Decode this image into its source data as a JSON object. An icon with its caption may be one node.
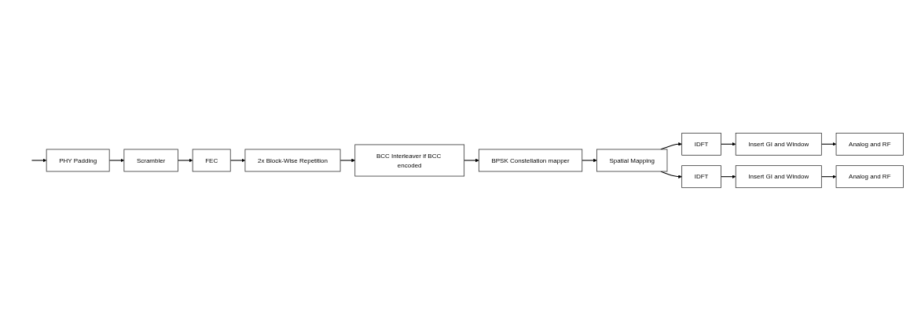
{
  "diagram": {
    "nodes": [
      {
        "text": [
          "PHY Padding"
        ]
      },
      {
        "text": [
          "Scrambler"
        ]
      },
      {
        "text": [
          "FEC"
        ]
      },
      {
        "text": [
          "2x Block-Wise Repetition"
        ]
      },
      {
        "text": [
          "BCC Interleaver if BCC encoded"
        ]
      },
      {
        "text": [
          "BPSK Constellation mapper"
        ]
      },
      {
        "text": [
          "Spatial Mapping"
        ]
      },
      {
        "text": [
          "IDFT"
        ]
      },
      {
        "text": [
          "Insert GI and Window"
        ]
      },
      {
        "text": [
          "Analog and RF"
        ]
      },
      {
        "text": [
          "IDFT"
        ]
      },
      {
        "text": [
          "Insert GI and Window"
        ]
      },
      {
        "text": [
          "Analog and RF"
        ]
      }
    ],
    "edges": [
      {
        "from": null,
        "to": 0,
        "arrow": "to"
      },
      {
        "from": 0,
        "to": 1,
        "arrow": "to"
      },
      {
        "from": 1,
        "to": 2,
        "arrow": "to"
      },
      {
        "from": 2,
        "to": 3,
        "arrow": "to"
      },
      {
        "from": 3,
        "to": 4,
        "arrow": "to"
      },
      {
        "from": 4,
        "to": 5,
        "arrow": "to"
      },
      {
        "from": 5,
        "to": 6,
        "arrow": "to"
      },
      {
        "from": 6,
        "to": 7,
        "arrow": "to"
      },
      {
        "from": 7,
        "to": 8,
        "arrow": "to"
      },
      {
        "from": 8,
        "to": 9,
        "arrow": "to"
      },
      {
        "from": 6,
        "to": 10,
        "arrow": "to"
      },
      {
        "from": 10,
        "to": 11,
        "arrow": "to"
      },
      {
        "from": 11,
        "to": 12,
        "arrow": "to"
      }
    ]
  }
}
